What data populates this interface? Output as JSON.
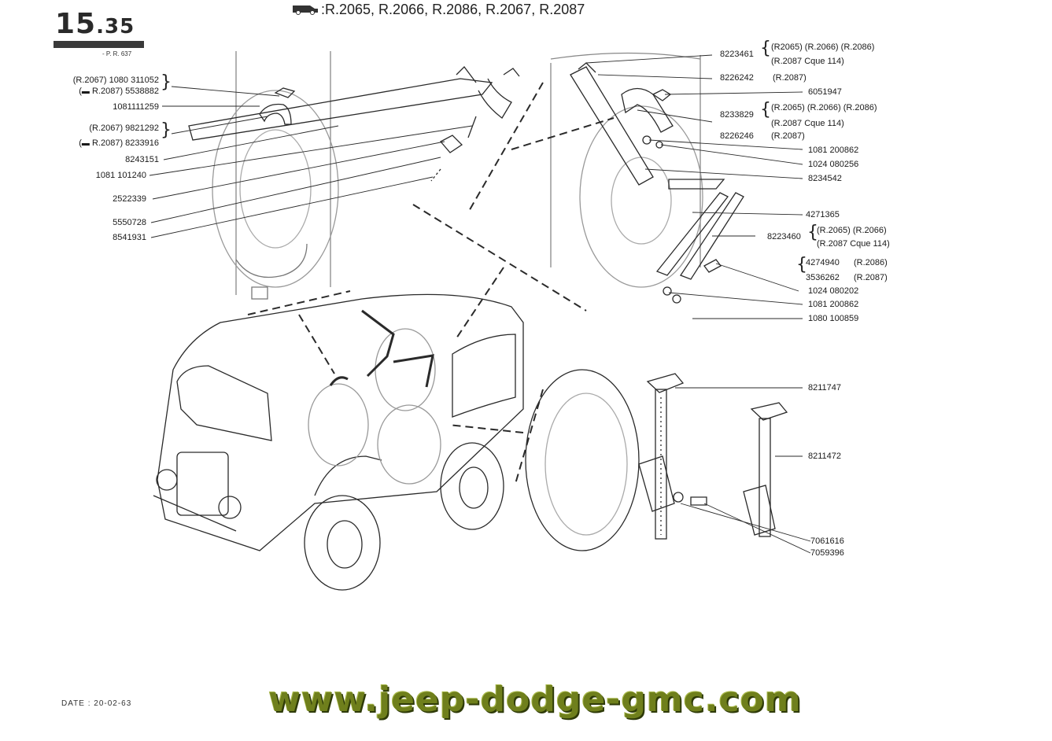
{
  "header": {
    "page_number_main": "15",
    "page_number_sub": ".35",
    "pr_reference": "- P. R. 637",
    "models": "R.2065, R.2066, R.2086, R.2067, R.2087",
    "van_icon": "van-icon"
  },
  "left_labels": [
    "(R.2067) 1080 311052",
    "R.2087) 5538882",
    "1081111259",
    "(R.2067) 9821292",
    "R.2087) 8233916",
    "8243151",
    "1081 101240",
    "2522339",
    "5550728",
    "8541931"
  ],
  "right_labels": {
    "p8223461": "8223461",
    "p8223461_a": "(R2065) (R.2066) (R.2086)",
    "p8223461_b": "(R.2087 Cque 114)",
    "p8226242": "8226242",
    "p8226242_a": "(R.2087)",
    "p6051947": "6051947",
    "p8233829": "8233829",
    "p8233829_a": "(R.2065) (R.2066) (R.2086)",
    "p8233829_b": "(R.2087 Cque 114)",
    "p8226246": "8226246",
    "p8226246_a": "(R.2087)",
    "p1081200862a": "1081 200862",
    "p1024080256": "1024 080256",
    "p8234542": "8234542",
    "p4271365": "4271365",
    "p8223460": "8223460",
    "p8223460_a": "(R.2065) (R.2066)",
    "p8223460_b": "(R.2087 Cque 114)",
    "p4274940": "4274940",
    "p4274940_a": "(R.2086)",
    "p3536262": "3536262",
    "p3536262_a": "(R.2087)",
    "p1024080202": "1024 080202",
    "p1081200862b": "1081 200862",
    "p1080100859": "1080 100859",
    "p8211747": "8211747",
    "p8211472": "8211472",
    "p7061616": "7061616",
    "p7059396": "7059396"
  },
  "footer": {
    "date": "DATE : 20-02-63",
    "watermark": "www.jeep-dodge-gmc.com"
  }
}
